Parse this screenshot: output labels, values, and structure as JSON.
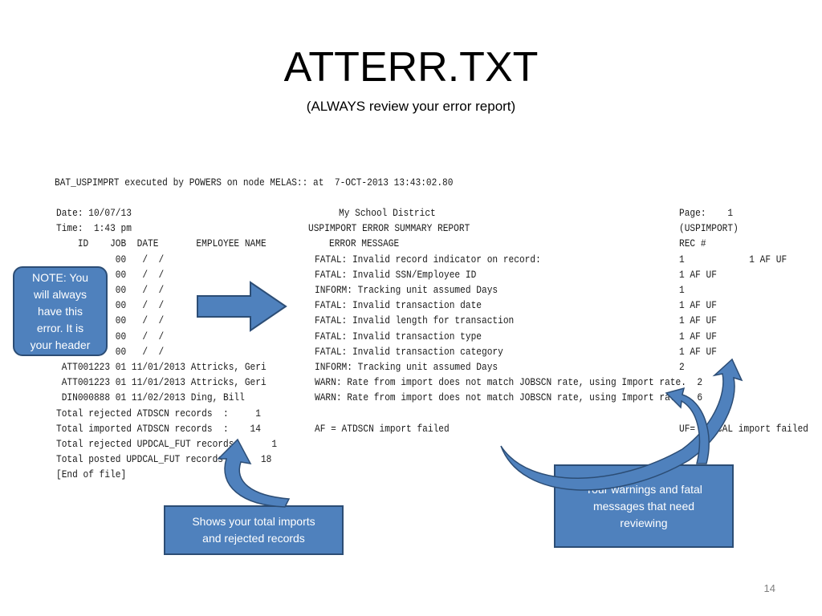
{
  "slide": {
    "title": "ATTERR.TXT",
    "subtitle": "(ALWAYS review your error report)",
    "page_number": "14"
  },
  "report_lines": [
    "BAT_USPIMPRT executed by POWERS on node MELAS:: at  7-OCT-2013 13:43:02.80",
    "",
    "Date: 10/07/13                                       My School District                        Page:    1",
    "Time:  1:43 pm                                  USPIMPORT ERROR SUMMARY REPORT                 (USPIMPORT)",
    "    ID    JOB  DATE       EMPLOYEE NAME             ERROR MESSAGE                              REC #",
    "           00   /  /                             FATAL: Invalid record indicator on record:      1            1 AF UF",
    "           00   /  /                             FATAL: Invalid SSN/Employee ID                               1 AF UF",
    "           00   /  /                             INFORM: Tracking unit assumed Days                           1",
    "           00   /  /                             FATAL: Invalid transaction date                              1 AF UF",
    "           00   /  /                             FATAL: Invalid length for transaction                        1 AF UF",
    "           00   /  /                             FATAL: Invalid transaction type                              1 AF UF",
    "           00   /  /                             FATAL: Invalid transaction category                          1 AF UF",
    " ATT001223 01 11/01/2013 Attricks, Geri          INFORM: Tracking unit assumed Days                           2",
    " ATT001223 01 11/01/2013 Attricks, Geri          WARN: Rate from import does not match JOBSCN rate, using Import rate.  2",
    " DIN000888 01 11/02/2013 Ding, Bill              WARN: Rate from import does not match JOBSCN rate, using Import rate.  6",
    "Total rejected ATDSCN records  :     1",
    "Total imported ATDSCN records  :    14           AF = ATDSCN import failed    UF= UPDCAL import failed",
    "Total rejected UPDCAL_FUT records:      1",
    "Total posted UPDCAL_FUT records       18",
    "[End of file]"
  ],
  "callouts": {
    "note": [
      "NOTE:  You",
      "will always",
      "have this",
      "error.  It is",
      "your header"
    ],
    "imports": [
      "Shows your total imports",
      "and rejected records"
    ],
    "warnings": [
      "Your warnings and fatal",
      "messages that need",
      "reviewing"
    ]
  },
  "colors": {
    "callout_fill": "#4f81bd",
    "callout_border": "#2c4d75",
    "arrow_fill": "#4f81bd"
  }
}
